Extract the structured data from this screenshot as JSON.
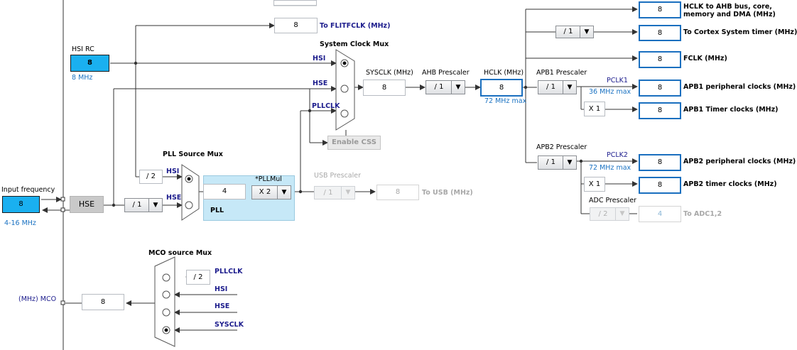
{
  "input_frequency": {
    "label": "Input frequency",
    "value": "8",
    "range": "4-16 MHz"
  },
  "hse": {
    "label": "HSE"
  },
  "hsi_rc": {
    "label": "HSI RC",
    "value": "8",
    "freq": "8 MHz"
  },
  "flitfclk": {
    "value": "8",
    "label": "To FLITFCLK (MHz)"
  },
  "hse_prediv": {
    "value": "/ 1"
  },
  "hsi_div2": {
    "value": "/ 2"
  },
  "pll_source_mux": {
    "title": "PLL Source Mux",
    "in_hsi": "HSI",
    "in_hse": "HSE"
  },
  "pll": {
    "label": "PLL",
    "value": "4",
    "mul_label": "*PLLMul",
    "mul_value": "X 2"
  },
  "usb": {
    "title": "USB Prescaler",
    "prescaler": "/ 1",
    "value": "8",
    "label": "To USB (MHz)"
  },
  "sysclk_mux": {
    "title": "System Clock Mux",
    "in_hsi": "HSI",
    "in_hse": "HSE",
    "in_pllclk": "PLLCLK"
  },
  "enable_css": "Enable CSS",
  "sysclk": {
    "label": "SYSCLK (MHz)",
    "value": "8"
  },
  "ahb": {
    "label": "AHB Prescaler",
    "value": "/ 1"
  },
  "hclk": {
    "label": "HCLK (MHz)",
    "value": "8",
    "max": "72 MHz max"
  },
  "apb1": {
    "label": "APB1 Prescaler",
    "value": "/ 1",
    "pclk": "PCLK1",
    "max": "36 MHz max",
    "mult": "X 1"
  },
  "apb2": {
    "label": "APB2 Prescaler",
    "value": "/ 1",
    "pclk": "PCLK2",
    "max": "72 MHz max",
    "mult": "X 1"
  },
  "adc": {
    "label": "ADC Prescaler",
    "value": "/ 2",
    "out": "4",
    "out_label": "To ADC1,2"
  },
  "cortex_prescaler": "/ 1",
  "outputs": {
    "hclk_ahb": {
      "value": "8",
      "label1": "HCLK to AHB bus, core,",
      "label2": "memory and DMA (MHz)"
    },
    "cortex": {
      "value": "8",
      "label": "To Cortex System timer (MHz)"
    },
    "fclk": {
      "value": "8",
      "label": "FCLK (MHz)"
    },
    "apb1_periph": {
      "value": "8",
      "label": "APB1 peripheral clocks (MHz)"
    },
    "apb1_timer": {
      "value": "8",
      "label": "APB1 Timer clocks (MHz)"
    },
    "apb2_periph": {
      "value": "8",
      "label": "APB2 peripheral clocks (MHz)"
    },
    "apb2_timer": {
      "value": "8",
      "label": "APB2 timer clocks (MHz)"
    }
  },
  "mco": {
    "title": "MCO source Mux",
    "label": "(MHz) MCO",
    "value": "8",
    "div": "/ 2",
    "in_pllclk": "PLLCLK",
    "in_hsi": "HSI",
    "in_hse": "HSE",
    "in_sysclk": "SYSCLK"
  },
  "colors": {
    "accent_blue": "#1ab0f0",
    "highlight_border": "#1a6fbf",
    "pll_fill": "#c6e8f7"
  }
}
